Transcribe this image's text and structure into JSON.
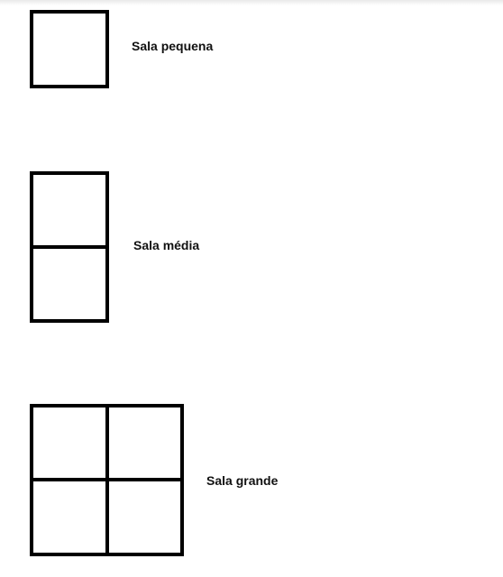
{
  "rooms": {
    "small": {
      "label": "Sala pequena",
      "grid": "1x1"
    },
    "medium": {
      "label": "Sala média",
      "grid": "2x1"
    },
    "large": {
      "label": "Sala grande",
      "grid": "2x2"
    }
  },
  "colors": {
    "line": "#000000",
    "background": "#ffffff"
  }
}
